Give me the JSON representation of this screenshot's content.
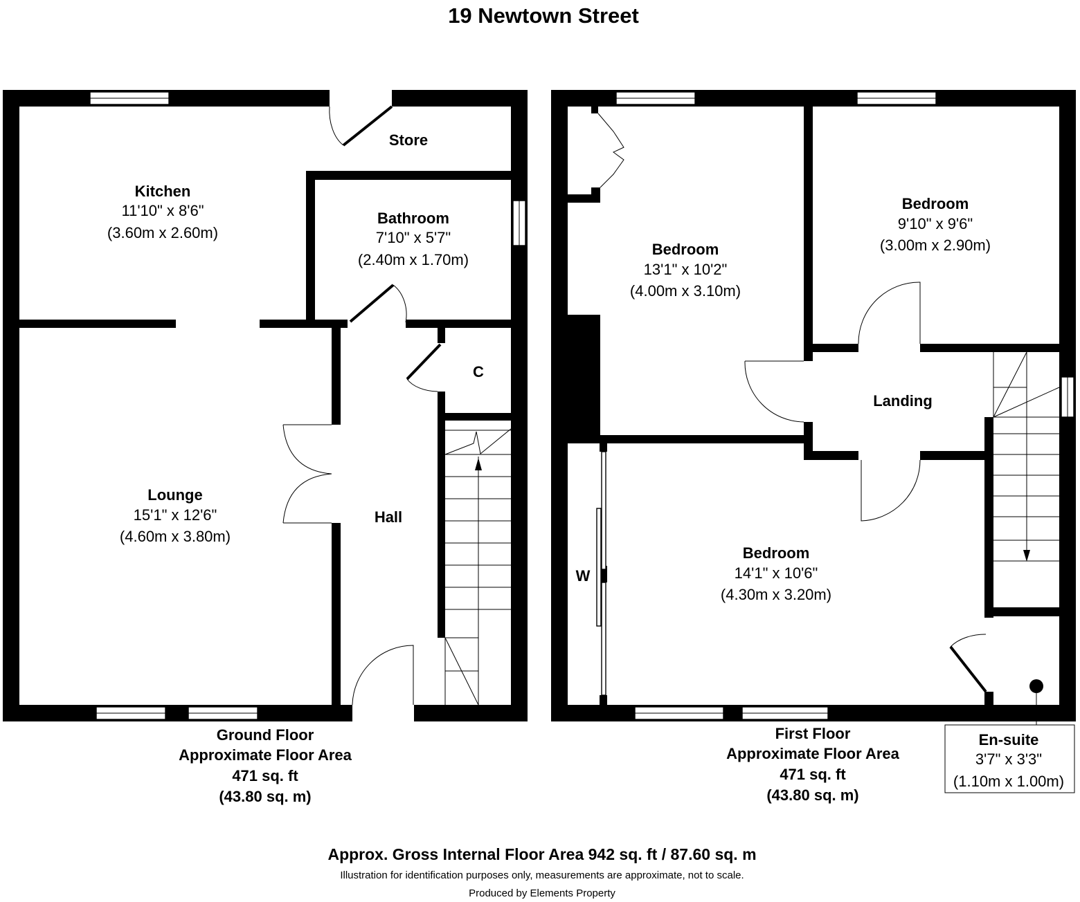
{
  "title": "19 Newtown Street",
  "rooms": {
    "kitchen": {
      "name": "Kitchen",
      "imperial": "11'10\" x 8'6\"",
      "metric": "(3.60m x 2.60m)"
    },
    "store": {
      "name": "Store"
    },
    "bathroom": {
      "name": "Bathroom",
      "imperial": "7'10\" x 5'7\"",
      "metric": "(2.40m x 1.70m)"
    },
    "cupboard": {
      "name": "C"
    },
    "lounge": {
      "name": "Lounge",
      "imperial": "15'1\" x 12'6\"",
      "metric": "(4.60m x 3.80m)"
    },
    "hall": {
      "name": "Hall"
    },
    "bedroom1": {
      "name": "Bedroom",
      "imperial": "13'1\" x 10'2\"",
      "metric": "(4.00m x 3.10m)"
    },
    "bedroom2": {
      "name": "Bedroom",
      "imperial": "9'10\" x 9'6\"",
      "metric": "(3.00m x 2.90m)"
    },
    "landing": {
      "name": "Landing"
    },
    "bedroom3": {
      "name": "Bedroom",
      "imperial": "14'1\" x 10'6\"",
      "metric": "(4.30m x 3.20m)"
    },
    "wardrobe": {
      "name": "W"
    },
    "ensuite": {
      "name": "En-suite",
      "imperial": "3'7\" x 3'3\"",
      "metric": "(1.10m x 1.00m)"
    }
  },
  "ground_floor": {
    "name": "Ground Floor",
    "area_label": "Approximate Floor Area",
    "area_sqft": "471 sq. ft",
    "area_sqm": "(43.80 sq. m)"
  },
  "first_floor": {
    "name": "First Floor",
    "area_label": "Approximate Floor Area",
    "area_sqft": "471 sq. ft",
    "area_sqm": "(43.80 sq. m)"
  },
  "footer": {
    "gross_area": "Approx. Gross Internal Floor Area 942 sq. ft / 87.60 sq. m",
    "disclaimer": "Illustration for identification purposes only, measurements are approximate, not to scale.",
    "produced_by": "Produced by Elements Property"
  }
}
